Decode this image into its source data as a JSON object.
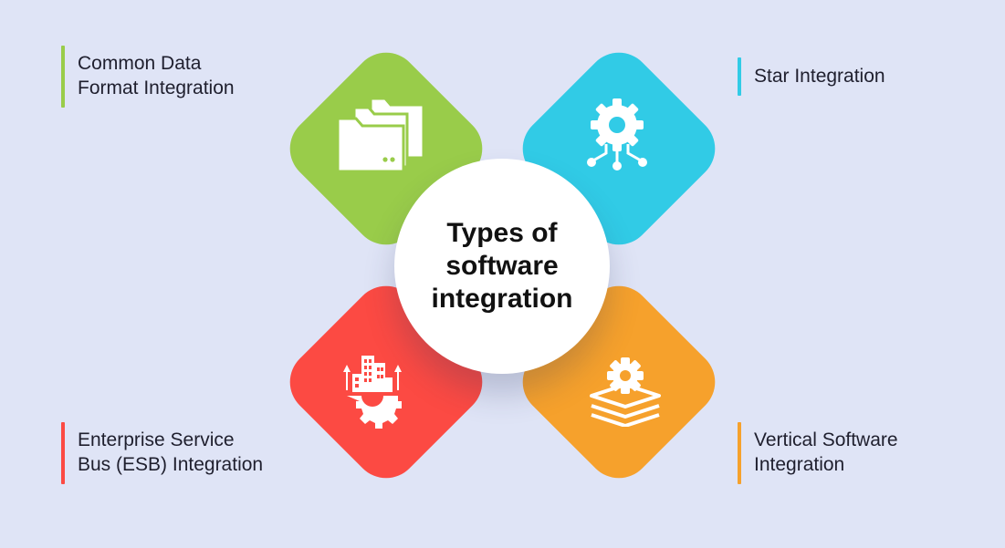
{
  "center": {
    "title_lines": [
      "Types of",
      "software",
      "integration"
    ]
  },
  "items": [
    {
      "id": "common-data-format",
      "label_lines": [
        "Common Data",
        "Format Integration"
      ],
      "color": "#99cc4a",
      "icon": "folders-icon"
    },
    {
      "id": "star",
      "label_lines": [
        "Star Integration"
      ],
      "color": "#31cbe6",
      "icon": "gear-network-icon"
    },
    {
      "id": "esb",
      "label_lines": [
        "Enterprise Service",
        "Bus (ESB) Integration"
      ],
      "color": "#fc4a43",
      "icon": "enterprise-gear-icon"
    },
    {
      "id": "vertical",
      "label_lines": [
        "Vertical Software",
        "Integration"
      ],
      "color": "#f6a12c",
      "icon": "gear-layers-icon"
    }
  ],
  "colors": {
    "background": "#dfe4f6",
    "text": "#1f1f2e",
    "circle": "#ffffff"
  }
}
